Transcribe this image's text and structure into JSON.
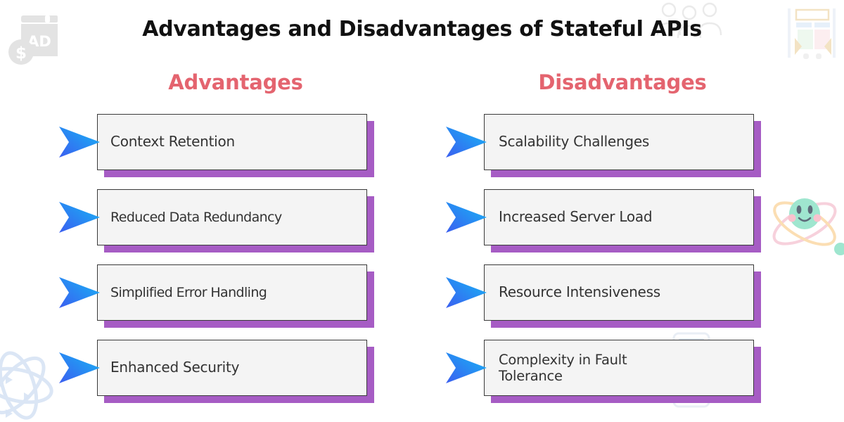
{
  "header": {
    "title": "Advantages and Disadvantages of Stateful APIs",
    "title_color": "#111111"
  },
  "theme": {
    "accent_heading": "#e4646f",
    "card_background": "#f4f4f4",
    "card_border": "#3a3a3a",
    "card_shadow_purple": "#a65cc4",
    "arrow_gradient_start": "#16b6f5",
    "arrow_gradient_end": "#3b5ef0",
    "page_background": "#ffffff",
    "card_text_color": "#333333"
  },
  "columns": [
    {
      "id": "advantages",
      "heading": "Advantages",
      "items": [
        {
          "label": "Context Retention",
          "icon": "arrow-right-icon"
        },
        {
          "label": "Reduced Data Redundancy",
          "icon": "arrow-right-icon"
        },
        {
          "label": "Simplified Error Handling",
          "icon": "arrow-right-icon"
        },
        {
          "label": "Enhanced Security",
          "icon": "arrow-right-icon"
        }
      ]
    },
    {
      "id": "disadvantages",
      "heading": "Disadvantages",
      "items": [
        {
          "label": "Scalability Challenges",
          "icon": "arrow-right-icon"
        },
        {
          "label": "Increased Server Load",
          "icon": "arrow-right-icon"
        },
        {
          "label": "Resource Intensiveness",
          "icon": "arrow-right-icon"
        },
        {
          "label": "Complexity in Fault\nTolerance",
          "icon": "arrow-right-icon"
        }
      ]
    }
  ],
  "decorations": [
    {
      "name": "ad-browser-icon",
      "position": "top-left"
    },
    {
      "name": "people-group-icon",
      "position": "top-center-right"
    },
    {
      "name": "printer-device-icon",
      "position": "top-right"
    },
    {
      "name": "atom-character-icon",
      "position": "mid-right"
    },
    {
      "name": "react-atom-icon",
      "position": "bottom-left"
    },
    {
      "name": "tablet-device-icon",
      "position": "bottom-right"
    }
  ]
}
